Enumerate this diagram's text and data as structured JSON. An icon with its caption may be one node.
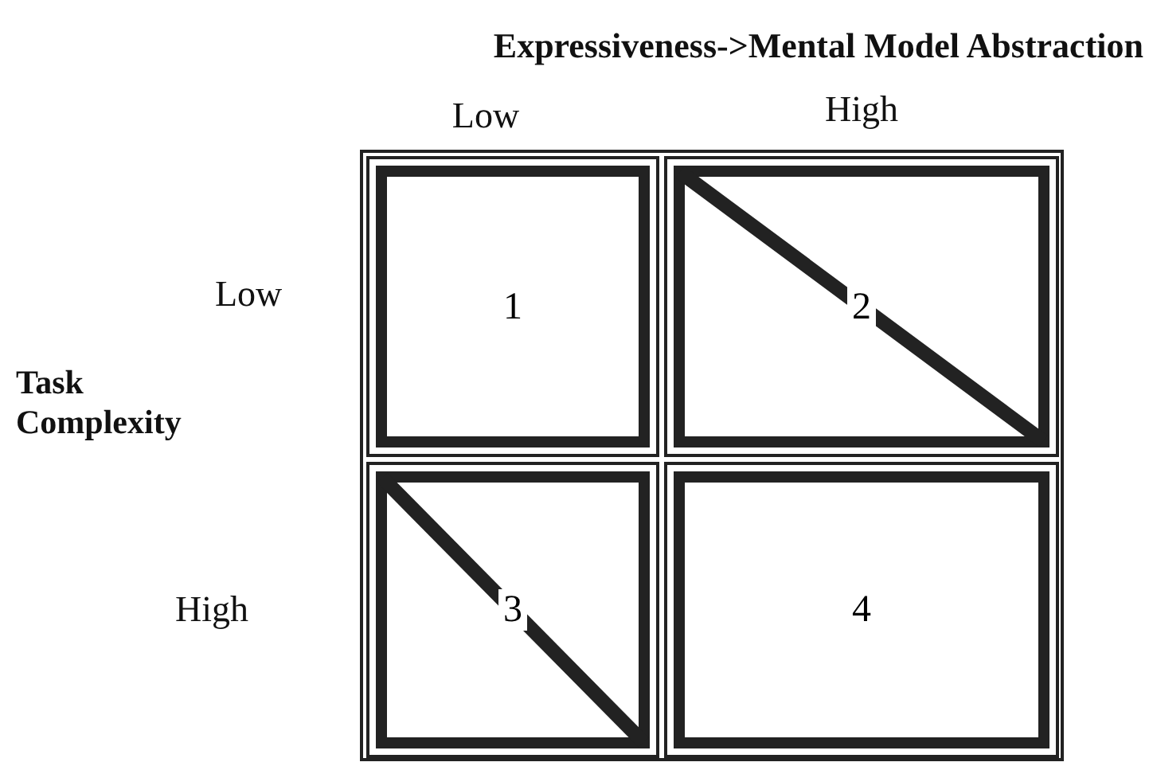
{
  "diagram": {
    "title": "Expressiveness->Mental Model Abstraction",
    "nodes": [
      {
        "text": [
          "1"
        ]
      },
      {
        "text": [
          "2"
        ]
      },
      {
        "text": [
          "3"
        ]
      },
      {
        "text": [
          "4"
        ]
      }
    ],
    "labels": [
      "Low",
      "High",
      "Low",
      "Task Complexity",
      "High"
    ]
  }
}
